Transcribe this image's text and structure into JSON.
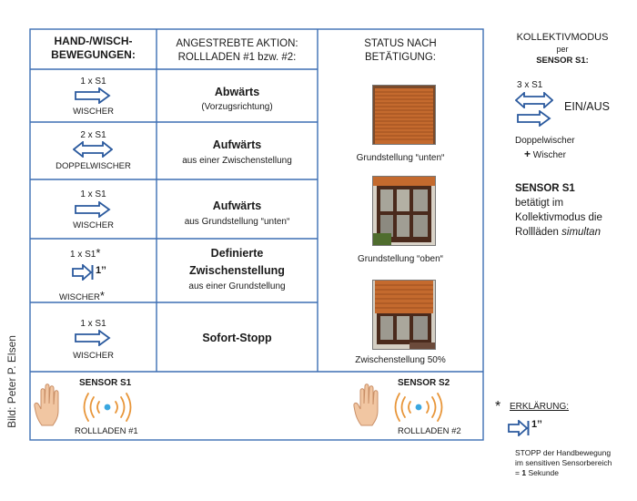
{
  "headers": {
    "col1": "HAND-/WISCH-\nBEWEGUNGEN:",
    "col2": "ANGESTREBTE AKTION:\nROLLLADEN #1 bzw. #2:",
    "col3": "STATUS NACH\nBETÄTIGUNG:"
  },
  "rows": [
    {
      "gesture": "1 x S1",
      "gesture_name": "WISCHER",
      "action_title": "Abwärts",
      "action_sub": "(Vorzugsrichtung)"
    },
    {
      "gesture": "2 x S1",
      "gesture_name": "DOPPELWISCHER",
      "action_title": "Aufwärts",
      "action_sub": "aus einer Zwischenstellung"
    },
    {
      "gesture": "1 x S1",
      "gesture_name": "WISCHER",
      "action_title": "Aufwärts",
      "action_sub": "aus Grundstellung “unten“"
    },
    {
      "gesture": "1 x S1",
      "gesture_star": "*",
      "hold": "1’’",
      "gesture_name": "WISCHER",
      "gesture_name_star": "*",
      "action_title": "Definierte\nZwischenstellung",
      "action_sub": "aus einer Grundstellung"
    },
    {
      "gesture": "1 x S1",
      "gesture_name": "WISCHER",
      "action_title": "Sofort-Stopp",
      "action_sub": ""
    }
  ],
  "status": [
    {
      "caption": "Grundstellung “unten“",
      "image": "shutter-closed"
    },
    {
      "caption": "Grundstellung “oben“",
      "image": "shutter-open-window"
    },
    {
      "caption": "Zwischenstellung 50%",
      "image": "shutter-half"
    }
  ],
  "sensors": [
    {
      "label": "SENSOR S1",
      "target": "ROLLLADEN #1"
    },
    {
      "label": "SENSOR S2",
      "target": "ROLLLADEN #2"
    }
  ],
  "kollektiv": {
    "title": "KOLLEKTIVMODUS",
    "per": "per",
    "sensor": "SENSOR S1:",
    "gesture": "3 x S1",
    "ein_aus": "EIN/AUS",
    "desc1": "Doppelwischer",
    "plus": "+",
    "desc2": "Wischer",
    "note_title": "SENSOR S1",
    "note_line1": "betätigt im",
    "note_line2": "Kollektivmodus die",
    "note_line3": "Rollläden",
    "note_em": "simultan"
  },
  "erklaerung": {
    "star": "*",
    "title": "ERKLÄRUNG:",
    "hold": "1’’",
    "text1": "STOPP der Handbewegung",
    "text2": "im sensitiven Sensorbereich",
    "text3_prefix": "=",
    "text3_num": "1",
    "text3_suffix": "Sekunde"
  },
  "credit": "Bild: Peter P. Elsen",
  "colors": {
    "grid": "#3d6fb4",
    "arrow": "#2b5a9e",
    "wave": "#e8963a",
    "dot": "#3aa7e0",
    "shutter": "#c46a2e"
  }
}
